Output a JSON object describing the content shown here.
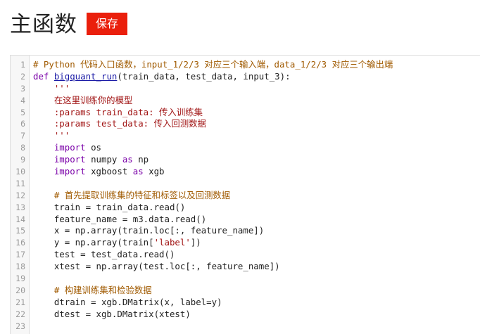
{
  "header": {
    "title": "主函数",
    "save_label": "保存"
  },
  "colors": {
    "save_button_bg": "#ea1f0c",
    "comment": "#a05a00",
    "keyword": "#7a00a8",
    "string": "#a11515",
    "gutter_bg": "#f7f7f7"
  },
  "editor": {
    "language": "Python",
    "lines": [
      {
        "n": "1",
        "tokens": [
          {
            "t": "comment",
            "s": "# Python 代码入口函数，input_1/2/3 对应三个输入端，data_1/2/3 对应三个输出端"
          }
        ]
      },
      {
        "n": "2",
        "tokens": [
          {
            "t": "keyword",
            "s": "def "
          },
          {
            "t": "fn",
            "s": "bigquant_run"
          },
          {
            "t": "plain",
            "s": "(train_data, test_data, input_3):"
          }
        ]
      },
      {
        "n": "3",
        "tokens": [
          {
            "t": "string",
            "s": "    '''"
          }
        ]
      },
      {
        "n": "4",
        "tokens": [
          {
            "t": "string",
            "s": "    在这里训练你的模型"
          }
        ]
      },
      {
        "n": "5",
        "tokens": [
          {
            "t": "string",
            "s": "    :params train_data: 传入训练集"
          }
        ]
      },
      {
        "n": "6",
        "tokens": [
          {
            "t": "string",
            "s": "    :params test_data: 传入回测数据"
          }
        ]
      },
      {
        "n": "7",
        "tokens": [
          {
            "t": "string",
            "s": "    '''"
          }
        ]
      },
      {
        "n": "8",
        "tokens": [
          {
            "t": "plain",
            "s": "    "
          },
          {
            "t": "keyword",
            "s": "import"
          },
          {
            "t": "plain",
            "s": " os"
          }
        ]
      },
      {
        "n": "9",
        "tokens": [
          {
            "t": "plain",
            "s": "    "
          },
          {
            "t": "keyword",
            "s": "import"
          },
          {
            "t": "plain",
            "s": " numpy "
          },
          {
            "t": "keyword",
            "s": "as"
          },
          {
            "t": "plain",
            "s": " np"
          }
        ]
      },
      {
        "n": "10",
        "tokens": [
          {
            "t": "plain",
            "s": "    "
          },
          {
            "t": "keyword",
            "s": "import"
          },
          {
            "t": "plain",
            "s": " xgboost "
          },
          {
            "t": "keyword",
            "s": "as"
          },
          {
            "t": "plain",
            "s": " xgb"
          }
        ]
      },
      {
        "n": "11",
        "tokens": [
          {
            "t": "plain",
            "s": ""
          }
        ]
      },
      {
        "n": "12",
        "tokens": [
          {
            "t": "comment",
            "s": "    # 首先提取训练集的特征和标签以及回测数据"
          }
        ]
      },
      {
        "n": "13",
        "tokens": [
          {
            "t": "plain",
            "s": "    train = train_data.read()"
          }
        ]
      },
      {
        "n": "14",
        "tokens": [
          {
            "t": "plain",
            "s": "    feature_name = m3.data.read()"
          }
        ]
      },
      {
        "n": "15",
        "tokens": [
          {
            "t": "plain",
            "s": "    x = np.array(train.loc[:, feature_name])"
          }
        ]
      },
      {
        "n": "16",
        "tokens": [
          {
            "t": "plain",
            "s": "    y = np.array(train["
          },
          {
            "t": "string",
            "s": "'label'"
          },
          {
            "t": "plain",
            "s": "])"
          }
        ]
      },
      {
        "n": "17",
        "tokens": [
          {
            "t": "plain",
            "s": "    test = test_data.read()"
          }
        ]
      },
      {
        "n": "18",
        "tokens": [
          {
            "t": "plain",
            "s": "    xtest = np.array(test.loc[:, feature_name])"
          }
        ]
      },
      {
        "n": "19",
        "tokens": [
          {
            "t": "plain",
            "s": ""
          }
        ]
      },
      {
        "n": "20",
        "tokens": [
          {
            "t": "comment",
            "s": "    # 构建训练集和检验数据"
          }
        ]
      },
      {
        "n": "21",
        "tokens": [
          {
            "t": "plain",
            "s": "    dtrain = xgb.DMatrix(x, label=y)"
          }
        ]
      },
      {
        "n": "22",
        "tokens": [
          {
            "t": "plain",
            "s": "    dtest = xgb.DMatrix(xtest)"
          }
        ]
      },
      {
        "n": "23",
        "tokens": [
          {
            "t": "plain",
            "s": ""
          }
        ]
      }
    ]
  }
}
